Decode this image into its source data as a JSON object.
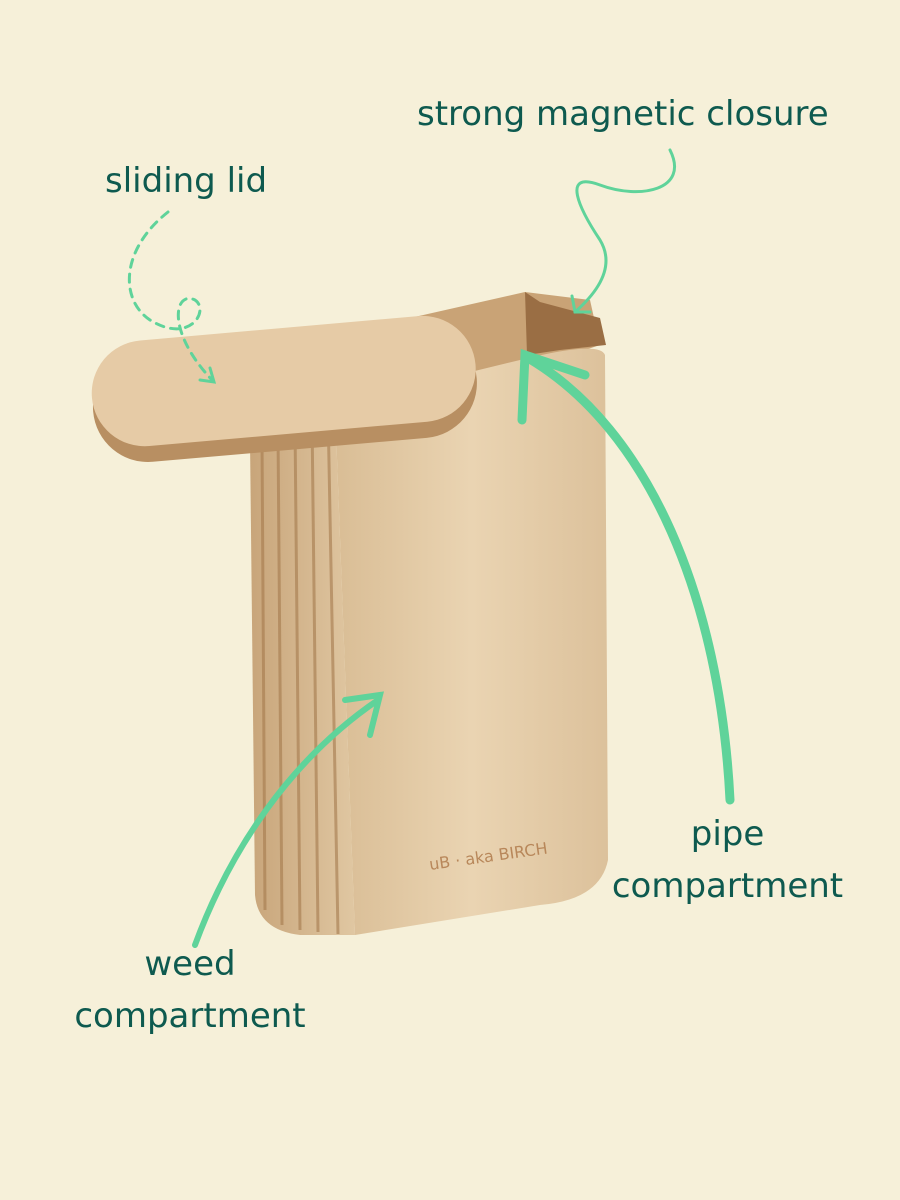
{
  "labels": {
    "sliding_lid": "sliding lid",
    "magnetic_closure": "strong magnetic closure",
    "pipe_line1": "pipe",
    "pipe_line2": "compartment",
    "weed_line1": "weed",
    "weed_line2": "compartment"
  },
  "logo": {
    "monogram": "uB",
    "text": "aka BIRCH"
  },
  "colors": {
    "background": "#f6f0d9",
    "text": "#0e5a4f",
    "arrow": "#5fd39a",
    "wood": "#e2c9a4"
  }
}
